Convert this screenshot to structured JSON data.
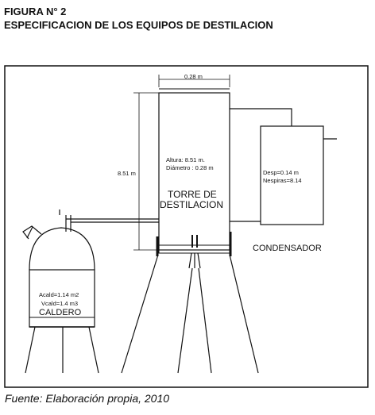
{
  "figure": {
    "label": "FIGURA N° 2",
    "title": "ESPECIFICACION DE LOS EQUIPOS DE DESTILACION"
  },
  "dimensions": {
    "width_label": "0.28 m",
    "height_label": "8.51 m"
  },
  "tower": {
    "spec_height": "Altura: 8.51 m.",
    "spec_diameter": "Diámetro : 0.28 m",
    "name_line1": "TORRE DE",
    "name_line2": "DESTILACION"
  },
  "condenser": {
    "spec_desp": "Desp=0.14 m",
    "spec_nespiras": "Nespiras=8.14",
    "name": "CONDENSADOR"
  },
  "boiler": {
    "spec_area": "Acald=1.14 m2",
    "spec_volume": "Vcald=1.4 m3",
    "name": "CALDERO"
  },
  "source": "Fuente: Elaboración propia, 2010"
}
